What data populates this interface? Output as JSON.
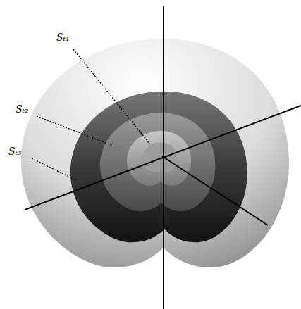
{
  "diagram": {
    "labels": [
      "Sₜ₁",
      "Sₜ₂",
      "Sₜ₃"
    ]
  }
}
